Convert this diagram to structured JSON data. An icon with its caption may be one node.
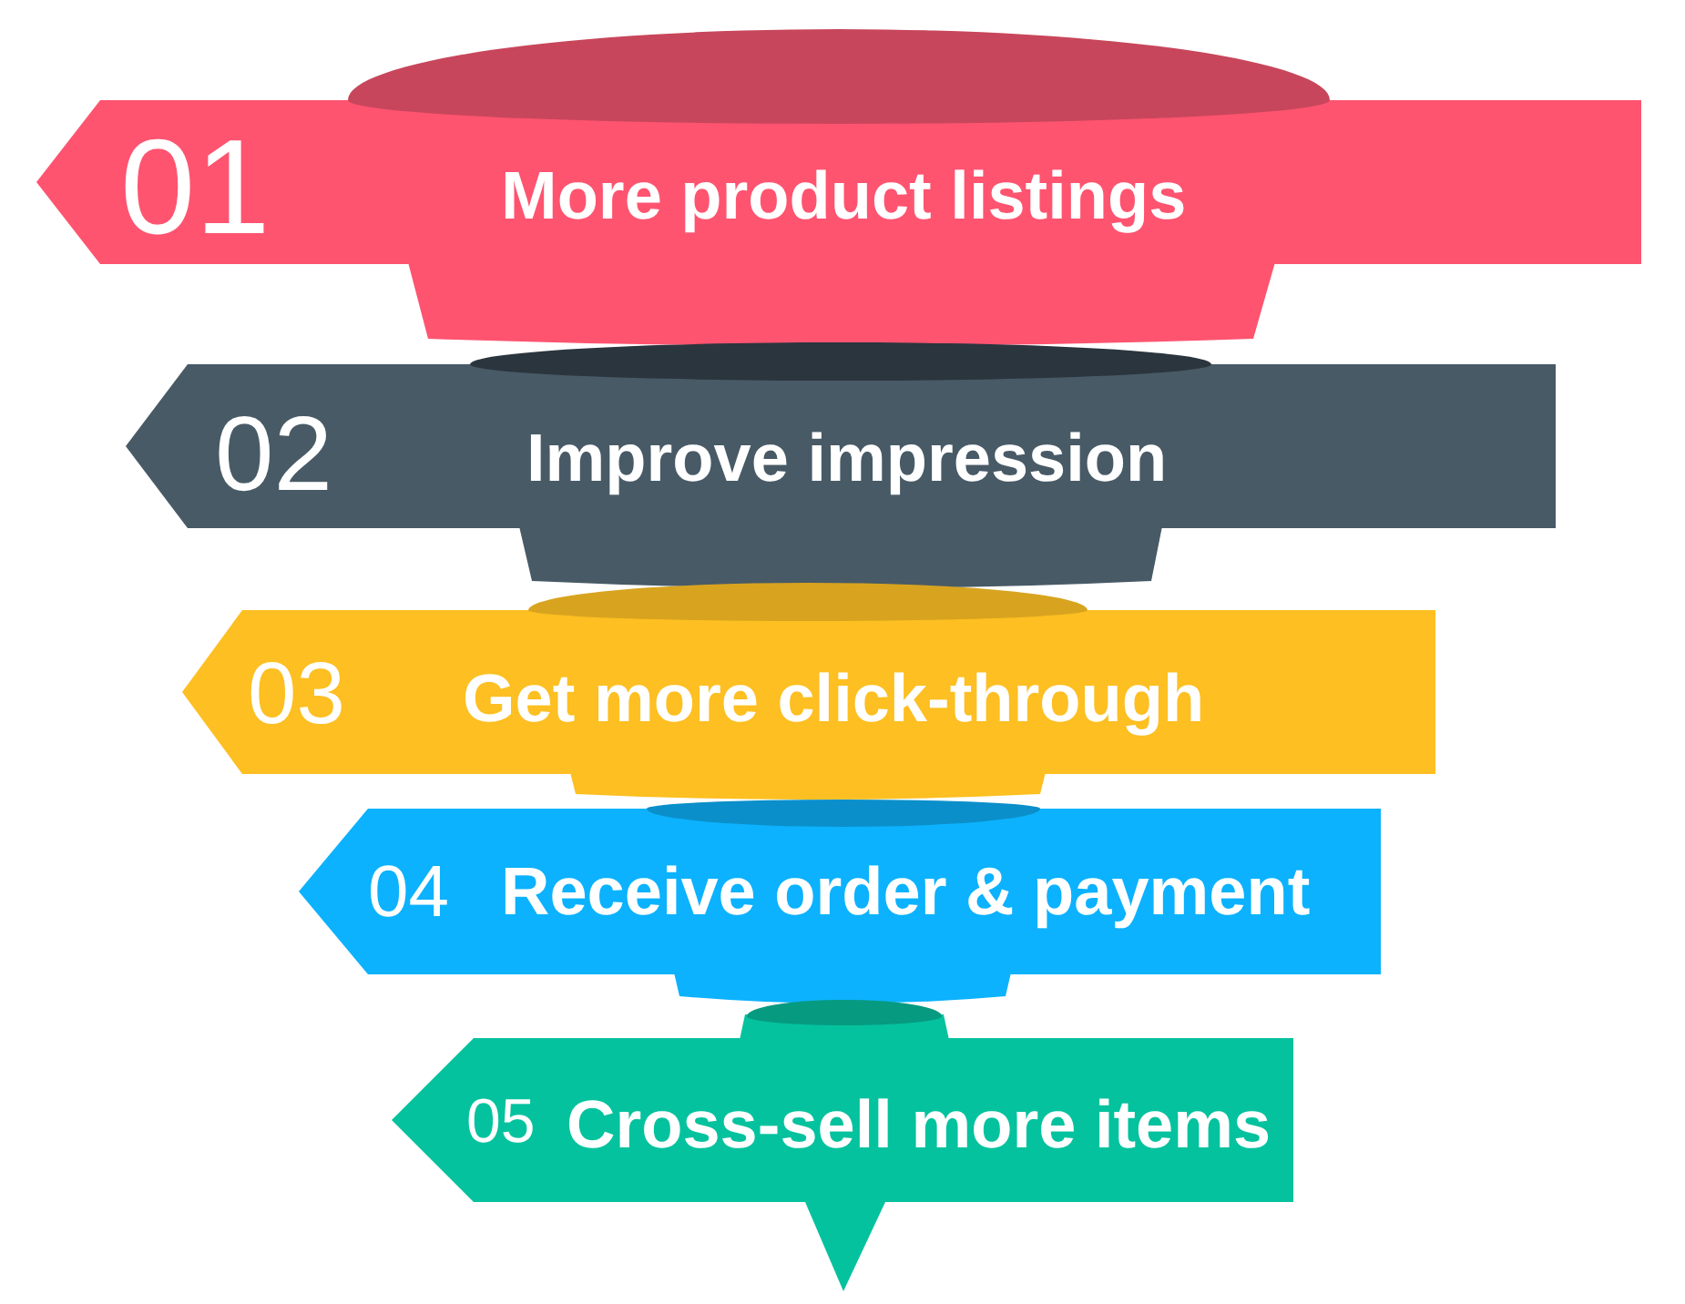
{
  "diagram": {
    "nodes": [
      {
        "text": [
          "01",
          "More product listings"
        ]
      },
      {
        "text": [
          "02",
          "Improve impression"
        ]
      },
      {
        "text": [
          "03",
          "Get more click-through"
        ]
      },
      {
        "text": [
          "04",
          "Receive order & payment"
        ]
      },
      {
        "text": [
          "05",
          "Cross-sell more items"
        ]
      }
    ]
  }
}
